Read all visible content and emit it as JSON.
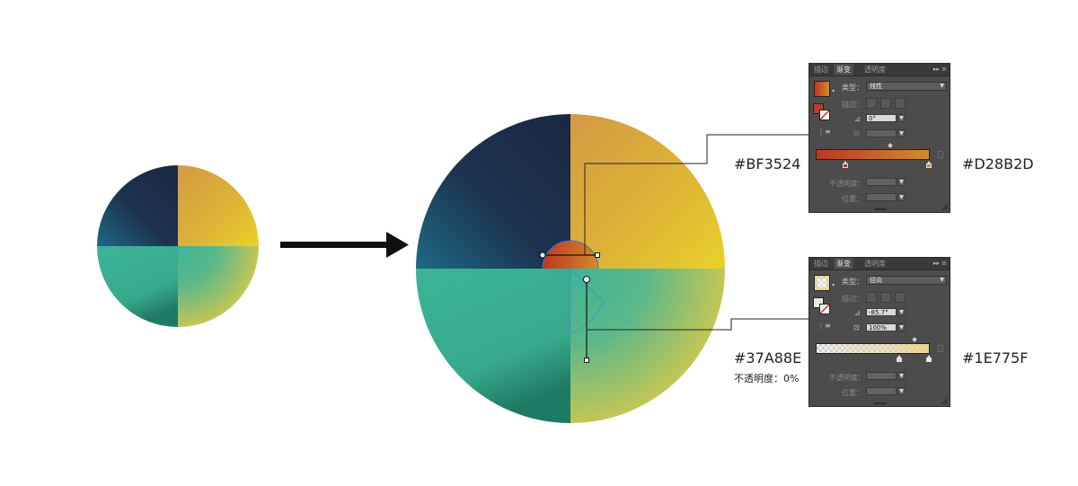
{
  "colors": {
    "gradient1_start": "#BF3524",
    "gradient1_end": "#D28B2D",
    "gradient2_start": "#37A88E",
    "gradient2_end": "#1E775F",
    "navy": "#1c2a45",
    "teal_blue": "#1f5f7a",
    "mustard": "#d3a04a",
    "yellow": "#e6c22f",
    "teal": "#3bb195",
    "green_yellow": "#b2c45c",
    "panel_bg": "#4c4c4c"
  },
  "labels": {
    "color1": "#BF3524",
    "color2": "#D28B2D",
    "color3": "#37A88E",
    "color4": "#1E775F",
    "opacity_note": "不透明度：0%"
  },
  "panel1": {
    "tabs": [
      "描边",
      "渐变",
      "透明度"
    ],
    "type_label": "类型：",
    "type_value": "线性",
    "stroke_label": "描边：",
    "angle_value": "0°",
    "aspect_value": "",
    "opacity_label": "不透明度：",
    "location_label": "位置：",
    "icons": [
      "angle-icon",
      "aspect-icon",
      "reverse-icon",
      "trash-icon"
    ]
  },
  "panel2": {
    "tabs": [
      "描边",
      "渐变",
      "透明度"
    ],
    "type_label": "类型：",
    "type_value": "径向",
    "stroke_label": "描边：",
    "angle_value": "-85.7°",
    "aspect_value": "100%",
    "opacity_label": "不透明度：",
    "location_label": "位置：",
    "icons": [
      "angle-icon",
      "aspect-icon",
      "reverse-icon",
      "trash-icon"
    ]
  }
}
